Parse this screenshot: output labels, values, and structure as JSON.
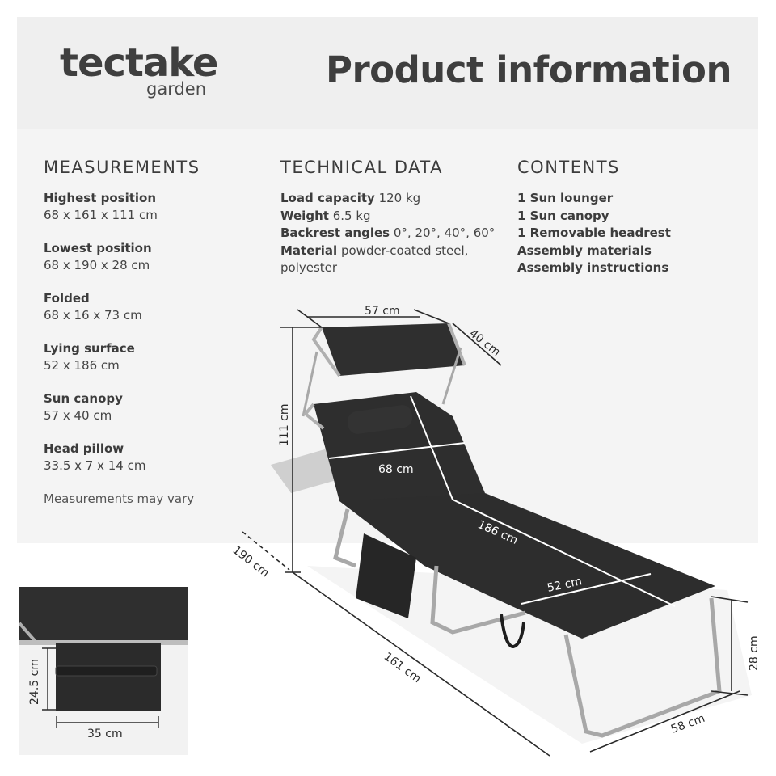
{
  "brand": {
    "name": "tectake",
    "sub": "garden"
  },
  "title": "Product information",
  "measurements": {
    "heading": "MEASUREMENTS",
    "items": [
      {
        "label": "Highest position",
        "value": "68 x 161 x 111 cm"
      },
      {
        "label": "Lowest position",
        "value": "68 x 190 x 28 cm"
      },
      {
        "label": "Folded",
        "value": "68 x 16 x 73 cm"
      },
      {
        "label": "Lying surface",
        "value": "52 x 186 cm"
      },
      {
        "label": "Sun canopy",
        "value": "57 x 40 cm"
      },
      {
        "label": "Head pillow",
        "value": "33.5 x 7 x 14 cm"
      }
    ],
    "note": "Measurements may vary"
  },
  "technical": {
    "heading": "TECHNICAL DATA",
    "rows": [
      {
        "label": "Load capacity",
        "value": " 120 kg"
      },
      {
        "label": "Weight",
        "value": " 6.5 kg"
      },
      {
        "label": "Backrest angles",
        "value": " 0°, 20°, 40°, 60°"
      },
      {
        "label": "Material",
        "value": " powder-coated steel,"
      }
    ],
    "continuation": "polyester"
  },
  "contents": {
    "heading": "CONTENTS",
    "items": [
      "1 Sun lounger",
      "1 Sun canopy",
      "1 Removable headrest",
      "Assembly materials",
      "Assembly instructions"
    ]
  },
  "diagram": {
    "canopy_width": "57 cm",
    "canopy_depth": "40 cm",
    "height_high": "111 cm",
    "width": "68 cm",
    "lying_length": "186 cm",
    "lying_width": "52 cm",
    "total_length": "190 cm",
    "folded_length": "161 cm",
    "height_low": "28 cm",
    "foot_width": "58 cm"
  },
  "inset": {
    "height": "24.5 cm",
    "width": "35 cm"
  },
  "colors": {
    "header_bg": "#efefef",
    "panel_bg": "#f4f4f4",
    "fabric": "#2e2e2e",
    "frame": "#a8a8a8",
    "text": "#3c3c3c"
  }
}
